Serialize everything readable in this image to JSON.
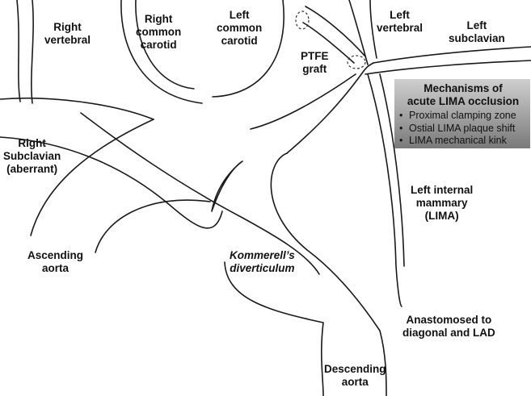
{
  "labels": {
    "right_vertebral": [
      "Right",
      "vertebral"
    ],
    "right_common_carotid": [
      "Right",
      "common",
      "carotid"
    ],
    "left_common_carotid": [
      "Left",
      "common",
      "carotid"
    ],
    "ptfe_graft": [
      "PTFE",
      "graft"
    ],
    "left_vertebral": [
      "Left",
      "vertebral"
    ],
    "left_subclavian": [
      "Left",
      "subclavian"
    ],
    "right_subclavian": [
      "Right",
      "Subclavian",
      "(aberrant)"
    ],
    "left_internal_mammary": [
      "Left internal",
      "mammary",
      "(LIMA)"
    ],
    "ascending_aorta": [
      "Ascending",
      "aorta"
    ],
    "kommerell": [
      "Kommerell’s",
      "diverticulum"
    ],
    "anastomosed": [
      "Anastomosed to",
      "diagonal and LAD"
    ],
    "descending_aorta": [
      "Descending",
      "aorta"
    ]
  },
  "mechanisms_box": {
    "title": [
      "Mechanisms of",
      "acute LIMA occlusion"
    ],
    "items": [
      "Proximal clamping zone",
      "Ostial LIMA plaque shift",
      "LIMA mechanical  kink"
    ],
    "gradient_top": "#cfcfcf",
    "gradient_bottom": "#7a7a7a"
  },
  "colors": {
    "stroke": "#1a1a1a",
    "background": "#ffffff"
  }
}
